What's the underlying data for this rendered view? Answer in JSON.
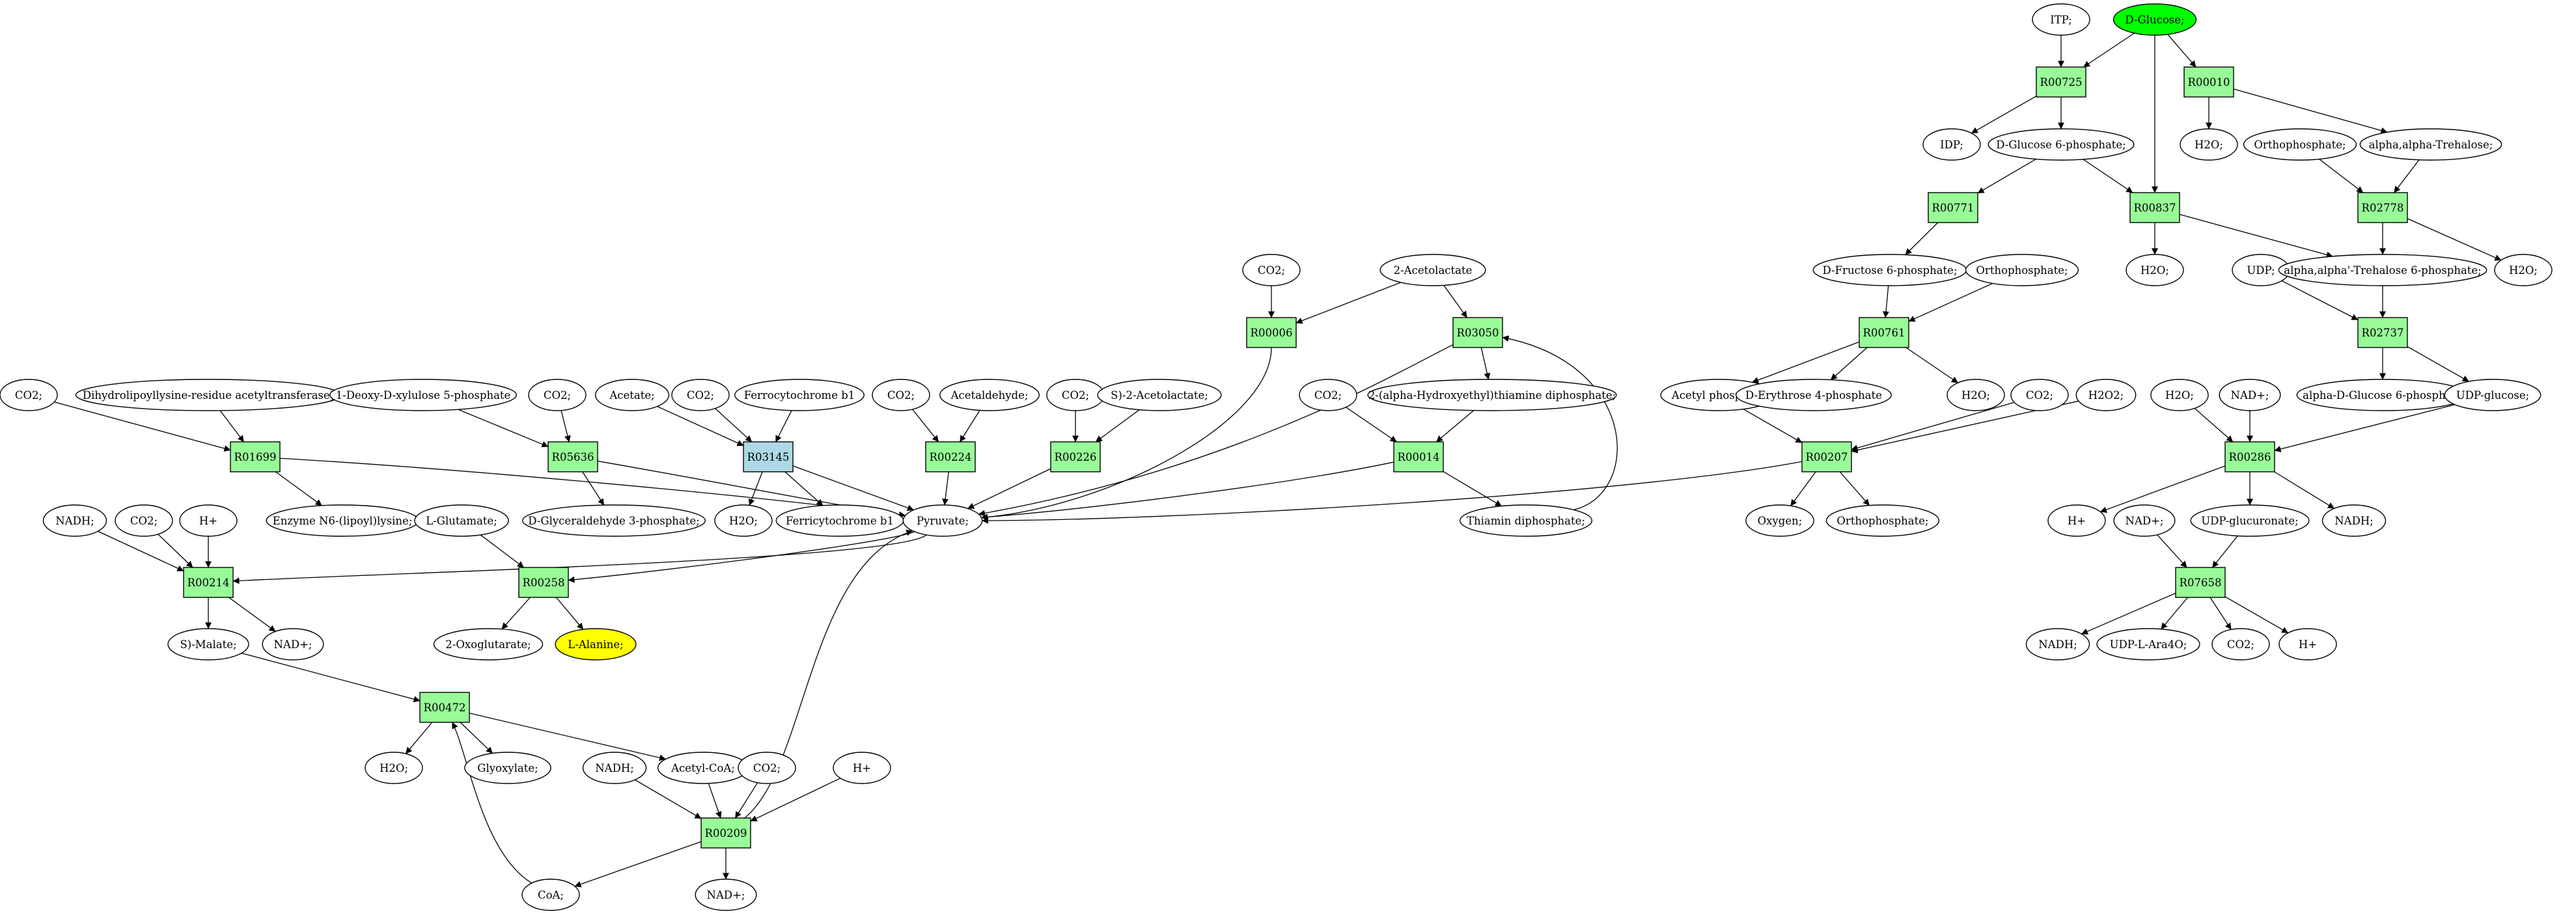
{
  "colors": {
    "reaction": "#98fb98",
    "reaction_alt": "#add8e6",
    "source": "#00ff00",
    "target": "#ffff00",
    "compound": "#ffffff",
    "stroke": "#000000"
  },
  "nodes": [
    {
      "id": "itp",
      "kind": "compound",
      "label": "ITP;"
    },
    {
      "id": "glucose",
      "kind": "compound",
      "label": "D-Glucose;",
      "fill": "source"
    },
    {
      "id": "r00725",
      "kind": "reaction",
      "label": "R00725"
    },
    {
      "id": "r00010",
      "kind": "reaction",
      "label": "R00010"
    },
    {
      "id": "idp",
      "kind": "compound",
      "label": "IDP;"
    },
    {
      "id": "g6p",
      "kind": "compound",
      "label": "D-Glucose 6-phosphate;"
    },
    {
      "id": "h2o_r00010",
      "kind": "compound",
      "label": "H2O;"
    },
    {
      "id": "orthophosphate_1",
      "kind": "compound",
      "label": "Orthophosphate;"
    },
    {
      "id": "trehalose",
      "kind": "compound",
      "label": "alpha,alpha-Trehalose;"
    },
    {
      "id": "r00771",
      "kind": "reaction",
      "label": "R00771"
    },
    {
      "id": "r00837",
      "kind": "reaction",
      "label": "R00837"
    },
    {
      "id": "r02778",
      "kind": "reaction",
      "label": "R02778"
    },
    {
      "id": "co2_r00006",
      "kind": "compound",
      "label": "CO2;"
    },
    {
      "id": "acetolactate_2",
      "kind": "compound",
      "label": "2-Acetolactate"
    },
    {
      "id": "f6p",
      "kind": "compound",
      "label": "D-Fructose 6-phosphate;"
    },
    {
      "id": "orthophosphate_2",
      "kind": "compound",
      "label": "Orthophosphate;"
    },
    {
      "id": "h2o_r00837",
      "kind": "compound",
      "label": "H2O;"
    },
    {
      "id": "udp",
      "kind": "compound",
      "label": "UDP;"
    },
    {
      "id": "trehalose6p",
      "kind": "compound",
      "label": "alpha,alpha'-Trehalose 6-phosphate;"
    },
    {
      "id": "h2o_r02778",
      "kind": "compound",
      "label": "H2O;"
    },
    {
      "id": "r00006",
      "kind": "reaction",
      "label": "R00006"
    },
    {
      "id": "r03050",
      "kind": "reaction",
      "label": "R03050"
    },
    {
      "id": "r00761",
      "kind": "reaction",
      "label": "R00761"
    },
    {
      "id": "r02737",
      "kind": "reaction",
      "label": "R02737"
    },
    {
      "id": "co2_r01699",
      "kind": "compound",
      "label": "CO2;"
    },
    {
      "id": "dihydrolipoyl",
      "kind": "compound",
      "label": "Dihydrolipoyllysine-residue acetyltransferase]"
    },
    {
      "id": "deoxyxylulose",
      "kind": "compound",
      "label": "1-Deoxy-D-xylulose 5-phosphate"
    },
    {
      "id": "co2_r05636",
      "kind": "compound",
      "label": "CO2;"
    },
    {
      "id": "acetate",
      "kind": "compound",
      "label": "Acetate;"
    },
    {
      "id": "co2_r03145",
      "kind": "compound",
      "label": "CO2;"
    },
    {
      "id": "ferrocytochrome",
      "kind": "compound",
      "label": "Ferrocytochrome b1"
    },
    {
      "id": "co2_r00224",
      "kind": "compound",
      "label": "CO2;"
    },
    {
      "id": "acetaldehyde",
      "kind": "compound",
      "label": "Acetaldehyde;"
    },
    {
      "id": "co2_r00226",
      "kind": "compound",
      "label": "CO2;"
    },
    {
      "id": "s_acetolactate",
      "kind": "compound",
      "label": "S)-2-Acetolactate;"
    },
    {
      "id": "co2_r00014",
      "kind": "compound",
      "label": "CO2;"
    },
    {
      "id": "hydroxyethyl_tpp",
      "kind": "compound",
      "label": "2-(alpha-Hydroxyethyl)thiamine diphosphate;"
    },
    {
      "id": "acetyl_phosphate",
      "kind": "compound",
      "label": "Acetyl phosphate"
    },
    {
      "id": "e4p",
      "kind": "compound",
      "label": "D-Erythrose 4-phosphate"
    },
    {
      "id": "h2o_r00761",
      "kind": "compound",
      "label": "H2O;"
    },
    {
      "id": "co2_r00207",
      "kind": "compound",
      "label": "CO2;"
    },
    {
      "id": "h2o2",
      "kind": "compound",
      "label": "H2O2;"
    },
    {
      "id": "alpha_d_g6p",
      "kind": "compound",
      "label": "alpha-D-Glucose 6-phosphate"
    },
    {
      "id": "udp_glucose",
      "kind": "compound",
      "label": "UDP-glucose;"
    },
    {
      "id": "h2o_r00286",
      "kind": "compound",
      "label": "H2O;"
    },
    {
      "id": "nad_r00286_in",
      "kind": "compound",
      "label": "NAD+;"
    },
    {
      "id": "r01699",
      "kind": "reaction",
      "label": "R01699"
    },
    {
      "id": "r05636",
      "kind": "reaction",
      "label": "R05636"
    },
    {
      "id": "r03145",
      "kind": "reaction",
      "label": "R03145",
      "fill": "reaction_alt"
    },
    {
      "id": "r00224",
      "kind": "reaction",
      "label": "R00224"
    },
    {
      "id": "r00226",
      "kind": "reaction",
      "label": "R00226"
    },
    {
      "id": "r00014",
      "kind": "reaction",
      "label": "R00014"
    },
    {
      "id": "r00207",
      "kind": "reaction",
      "label": "R00207"
    },
    {
      "id": "r00286",
      "kind": "reaction",
      "label": "R00286"
    },
    {
      "id": "nadh_r00214",
      "kind": "compound",
      "label": "NADH;"
    },
    {
      "id": "co2_r00214",
      "kind": "compound",
      "label": "CO2;"
    },
    {
      "id": "h_r00214",
      "kind": "compound",
      "label": "H+"
    },
    {
      "id": "enzyme_lipoyl",
      "kind": "compound",
      "label": "Enzyme N6-(lipoyl)lysine;"
    },
    {
      "id": "glutamate",
      "kind": "compound",
      "label": "L-Glutamate;"
    },
    {
      "id": "gap",
      "kind": "compound",
      "label": "D-Glyceraldehyde 3-phosphate;"
    },
    {
      "id": "h2o_r03145",
      "kind": "compound",
      "label": "H2O;"
    },
    {
      "id": "ferricytochrome",
      "kind": "compound",
      "label": "Ferricytochrome b1"
    },
    {
      "id": "pyruvate",
      "kind": "compound",
      "label": "Pyruvate;"
    },
    {
      "id": "thiamin_dp",
      "kind": "compound",
      "label": "Thiamin diphosphate;"
    },
    {
      "id": "oxygen",
      "kind": "compound",
      "label": "Oxygen;"
    },
    {
      "id": "orthophosphate_3",
      "kind": "compound",
      "label": "Orthophosphate;"
    },
    {
      "id": "h_r00286",
      "kind": "compound",
      "label": "H+"
    },
    {
      "id": "nad_r07658_in",
      "kind": "compound",
      "label": "NAD+;"
    },
    {
      "id": "udp_glucuronate",
      "kind": "compound",
      "label": "UDP-glucuronate;"
    },
    {
      "id": "nadh_r00286",
      "kind": "compound",
      "label": "NADH;"
    },
    {
      "id": "r00214",
      "kind": "reaction",
      "label": "R00214"
    },
    {
      "id": "r00258",
      "kind": "reaction",
      "label": "R00258"
    },
    {
      "id": "r07658",
      "kind": "reaction",
      "label": "R07658"
    },
    {
      "id": "s_malate",
      "kind": "compound",
      "label": "S)-Malate;"
    },
    {
      "id": "nad_r00214",
      "kind": "compound",
      "label": "NAD+;"
    },
    {
      "id": "oxoglutarate",
      "kind": "compound",
      "label": "2-Oxoglutarate;"
    },
    {
      "id": "alanine",
      "kind": "compound",
      "label": "L-Alanine;",
      "fill": "target"
    },
    {
      "id": "nadh_r07658",
      "kind": "compound",
      "label": "NADH;"
    },
    {
      "id": "udp_ara4o",
      "kind": "compound",
      "label": "UDP-L-Ara4O;"
    },
    {
      "id": "co2_r07658",
      "kind": "compound",
      "label": "CO2;"
    },
    {
      "id": "h_r07658",
      "kind": "compound",
      "label": "H+"
    },
    {
      "id": "r00472",
      "kind": "reaction",
      "label": "R00472"
    },
    {
      "id": "h2o_r00472",
      "kind": "compound",
      "label": "H2O;"
    },
    {
      "id": "glyoxylate",
      "kind": "compound",
      "label": "Glyoxylate;"
    },
    {
      "id": "nadh_r00209",
      "kind": "compound",
      "label": "NADH;"
    },
    {
      "id": "acetyl_coa",
      "kind": "compound",
      "label": "Acetyl-CoA;"
    },
    {
      "id": "co2_r00209",
      "kind": "compound",
      "label": "CO2;"
    },
    {
      "id": "h_r00209",
      "kind": "compound",
      "label": "H+"
    },
    {
      "id": "r00209",
      "kind": "reaction",
      "label": "R00209"
    },
    {
      "id": "coa",
      "kind": "compound",
      "label": "CoA;"
    },
    {
      "id": "nad_r00209",
      "kind": "compound",
      "label": "NAD+;"
    }
  ],
  "edges": [
    [
      "itp",
      "r00725"
    ],
    [
      "glucose",
      "r00725"
    ],
    [
      "glucose",
      "r00010"
    ],
    [
      "glucose",
      "r00837"
    ],
    [
      "r00725",
      "idp"
    ],
    [
      "r00725",
      "g6p"
    ],
    [
      "r00010",
      "h2o_r00010"
    ],
    [
      "r00010",
      "trehalose"
    ],
    [
      "g6p",
      "r00771"
    ],
    [
      "g6p",
      "r00837"
    ],
    [
      "r00837",
      "h2o_r00837"
    ],
    [
      "r00837",
      "trehalose6p"
    ],
    [
      "orthophosphate_1",
      "r02778"
    ],
    [
      "trehalose",
      "r02778"
    ],
    [
      "r02778",
      "trehalose6p"
    ],
    [
      "r02778",
      "h2o_r02778"
    ],
    [
      "r00771",
      "f6p"
    ],
    [
      "f6p",
      "r00761"
    ],
    [
      "orthophosphate_2",
      "r00761"
    ],
    [
      "r00761",
      "acetyl_phosphate"
    ],
    [
      "r00761",
      "e4p"
    ],
    [
      "r00761",
      "h2o_r00761"
    ],
    [
      "udp",
      "r02737"
    ],
    [
      "trehalose6p",
      "r02737"
    ],
    [
      "r02737",
      "alpha_d_g6p"
    ],
    [
      "r02737",
      "udp_glucose"
    ],
    [
      "co2_r00006",
      "r00006"
    ],
    [
      "acetolactate_2",
      "r00006"
    ],
    [
      "acetolactate_2",
      "r03050"
    ],
    [
      "r00006",
      "pyruvate"
    ],
    [
      "r03050",
      "pyruvate"
    ],
    [
      "r03050",
      "hydroxyethyl_tpp"
    ],
    [
      "co2_r01699",
      "r01699"
    ],
    [
      "dihydrolipoyl",
      "r01699"
    ],
    [
      "r01699",
      "pyruvate"
    ],
    [
      "r01699",
      "enzyme_lipoyl"
    ],
    [
      "deoxyxylulose",
      "r05636"
    ],
    [
      "co2_r05636",
      "r05636"
    ],
    [
      "r05636",
      "pyruvate"
    ],
    [
      "r05636",
      "gap"
    ],
    [
      "acetate",
      "r03145"
    ],
    [
      "co2_r03145",
      "r03145"
    ],
    [
      "ferrocytochrome",
      "r03145"
    ],
    [
      "r03145",
      "pyruvate"
    ],
    [
      "r03145",
      "h2o_r03145"
    ],
    [
      "r03145",
      "ferricytochrome"
    ],
    [
      "co2_r00224",
      "r00224"
    ],
    [
      "acetaldehyde",
      "r00224"
    ],
    [
      "r00224",
      "pyruvate"
    ],
    [
      "co2_r00226",
      "r00226"
    ],
    [
      "s_acetolactate",
      "r00226"
    ],
    [
      "r00226",
      "pyruvate"
    ],
    [
      "co2_r00014",
      "r00014"
    ],
    [
      "hydroxyethyl_tpp",
      "r00014"
    ],
    [
      "r00014",
      "pyruvate"
    ],
    [
      "r00014",
      "thiamin_dp"
    ],
    [
      "thiamin_dp",
      "r03050"
    ],
    [
      "acetyl_phosphate",
      "r00207"
    ],
    [
      "co2_r00207",
      "r00207"
    ],
    [
      "h2o2",
      "r00207"
    ],
    [
      "r00207",
      "pyruvate"
    ],
    [
      "r00207",
      "oxygen"
    ],
    [
      "r00207",
      "orthophosphate_3"
    ],
    [
      "udp_glucose",
      "r00286"
    ],
    [
      "h2o_r00286",
      "r00286"
    ],
    [
      "nad_r00286_in",
      "r00286"
    ],
    [
      "r00286",
      "h_r00286"
    ],
    [
      "r00286",
      "udp_glucuronate"
    ],
    [
      "r00286",
      "nadh_r00286"
    ],
    [
      "nad_r07658_in",
      "r07658"
    ],
    [
      "udp_glucuronate",
      "r07658"
    ],
    [
      "r07658",
      "nadh_r07658"
    ],
    [
      "r07658",
      "udp_ara4o"
    ],
    [
      "r07658",
      "co2_r07658"
    ],
    [
      "r07658",
      "h_r07658"
    ],
    [
      "nadh_r00214",
      "r00214"
    ],
    [
      "co2_r00214",
      "r00214"
    ],
    [
      "h_r00214",
      "r00214"
    ],
    [
      "pyruvate",
      "r00214"
    ],
    [
      "r00214",
      "s_malate"
    ],
    [
      "r00214",
      "nad_r00214"
    ],
    [
      "glutamate",
      "r00258"
    ],
    [
      "pyruvate",
      "r00258"
    ],
    [
      "r00258",
      "oxoglutarate"
    ],
    [
      "r00258",
      "alanine"
    ],
    [
      "s_malate",
      "r00472"
    ],
    [
      "r00472",
      "h2o_r00472"
    ],
    [
      "r00472",
      "glyoxylate"
    ],
    [
      "r00472",
      "acetyl_coa"
    ],
    [
      "nadh_r00209",
      "r00209"
    ],
    [
      "acetyl_coa",
      "r00209"
    ],
    [
      "co2_r00209",
      "r00209"
    ],
    [
      "h_r00209",
      "r00209"
    ],
    [
      "r00209",
      "pyruvate"
    ],
    [
      "r00209",
      "coa"
    ],
    [
      "r00209",
      "nad_r00209"
    ],
    [
      "coa",
      "r00472"
    ]
  ]
}
